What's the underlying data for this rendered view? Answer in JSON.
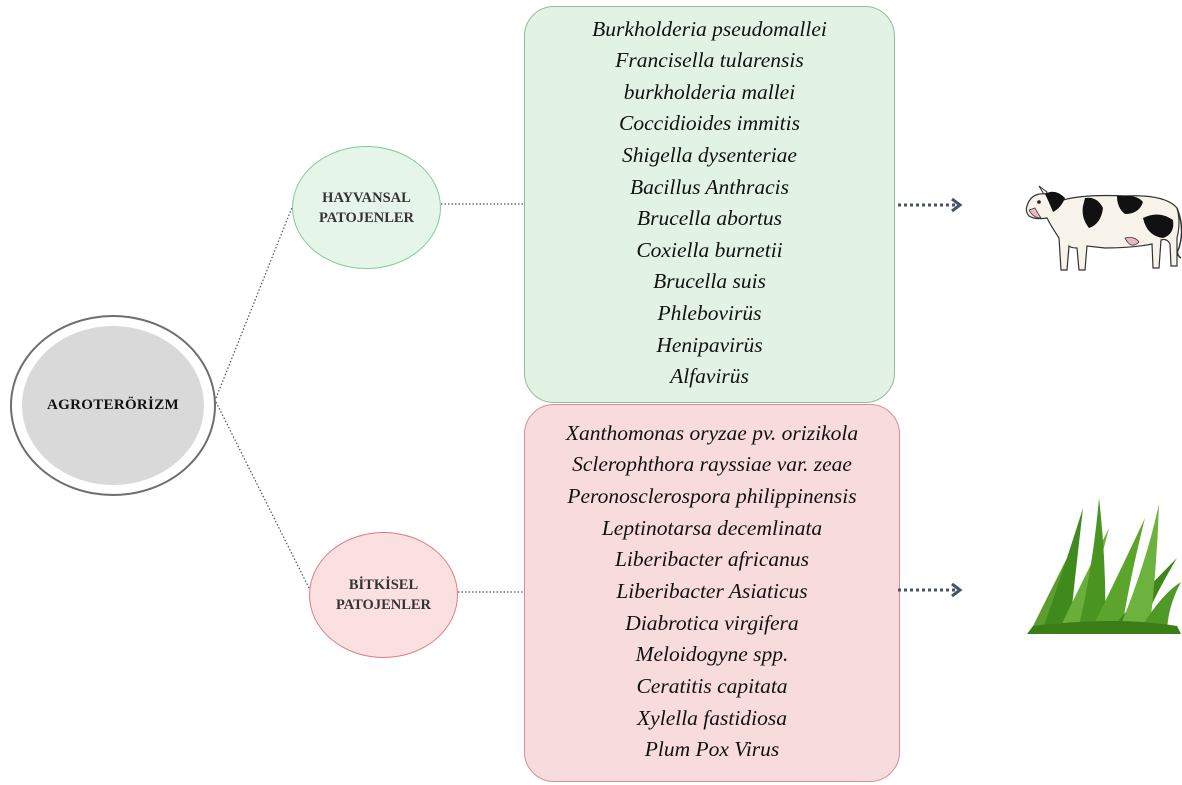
{
  "root": {
    "label": "AGROTERÖRİZM"
  },
  "categories": {
    "animal": {
      "label_line1": "HAYVANSAL",
      "label_line2": "PATOJENLER",
      "items": [
        "Burkholderia pseudomallei",
        "Francisella tularensis",
        "burkholderia mallei",
        "Coccidioides immitis",
        "Shigella dysenteriae",
        "Bacillus Anthracis",
        "Brucella abortus",
        "Coxiella burnetii",
        "Brucella suis",
        "Phlebovirüs",
        "Henipavirüs",
        "Alfavirüs"
      ],
      "illustration": "cow-illustration"
    },
    "plant": {
      "label_line1": "BİTKİSEL",
      "label_line2": "PATOJENLER",
      "items": [
        "Xanthomonas oryzae pv. orizikola",
        "Sclerophthora rayssiae var. zeae",
        "Peronosclerospora philippinensis",
        "Leptinotarsa decemlinata",
        "Liberibacter africanus",
        "Liberibacter Asiaticus",
        "Diabrotica virgifera",
        "Meloidogyne spp.",
        "Ceratitis capitata",
        "Xylella fastidiosa",
        "Plum Pox Virus"
      ],
      "illustration": "grass-illustration"
    }
  },
  "colors": {
    "animal_fill": "#e2f3e6",
    "animal_border": "#8fbf99",
    "plant_fill": "#f8dcdd",
    "plant_border": "#d88e93",
    "root_fill": "#d9d9d9",
    "arrow": "#44546a"
  }
}
